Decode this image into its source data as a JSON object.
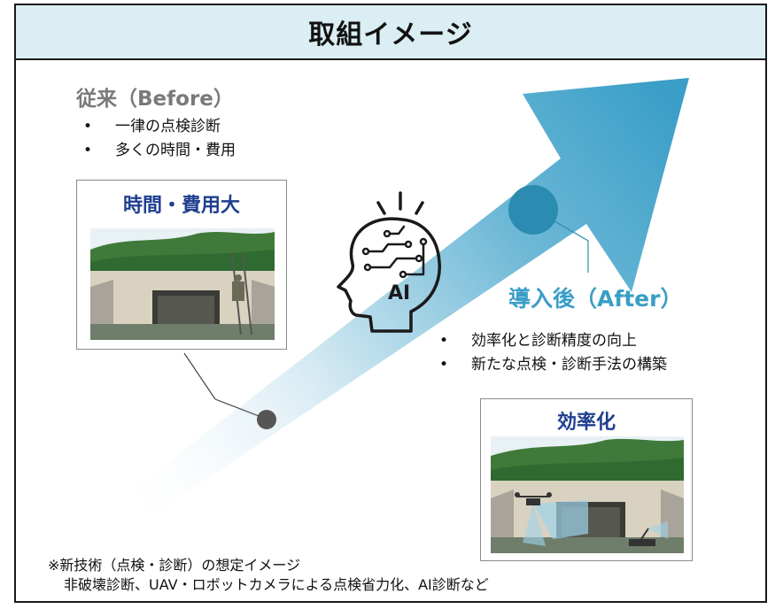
{
  "header": {
    "title": "取組イメージ"
  },
  "before": {
    "title": "従来（Before）",
    "bullets": [
      "一律の点検診断",
      "多くの時間・費用"
    ],
    "image_label": "時間・費用大"
  },
  "ai": {
    "label": "AI",
    "icon": "ai-brain-head-icon"
  },
  "after": {
    "title": "導入後（After）",
    "bullets": [
      "効率化と診断精度の向上",
      "新たな点検・診断手法の構築"
    ],
    "image_label": "効率化"
  },
  "note": {
    "line1": "※新技術（点検・診断）の想定イメージ",
    "line2": "非破壊診断、UAV・ロボットカメラによる点検省力化、AI診断など"
  },
  "colors": {
    "header_bg": "#daeef3",
    "arrow": "#3a9ec7",
    "after_title": "#3a9ec7",
    "before_title": "#7a7a7a",
    "image_label": "#1f3f8f",
    "before_marker": "#555555",
    "after_marker": "#2b8bb0"
  }
}
